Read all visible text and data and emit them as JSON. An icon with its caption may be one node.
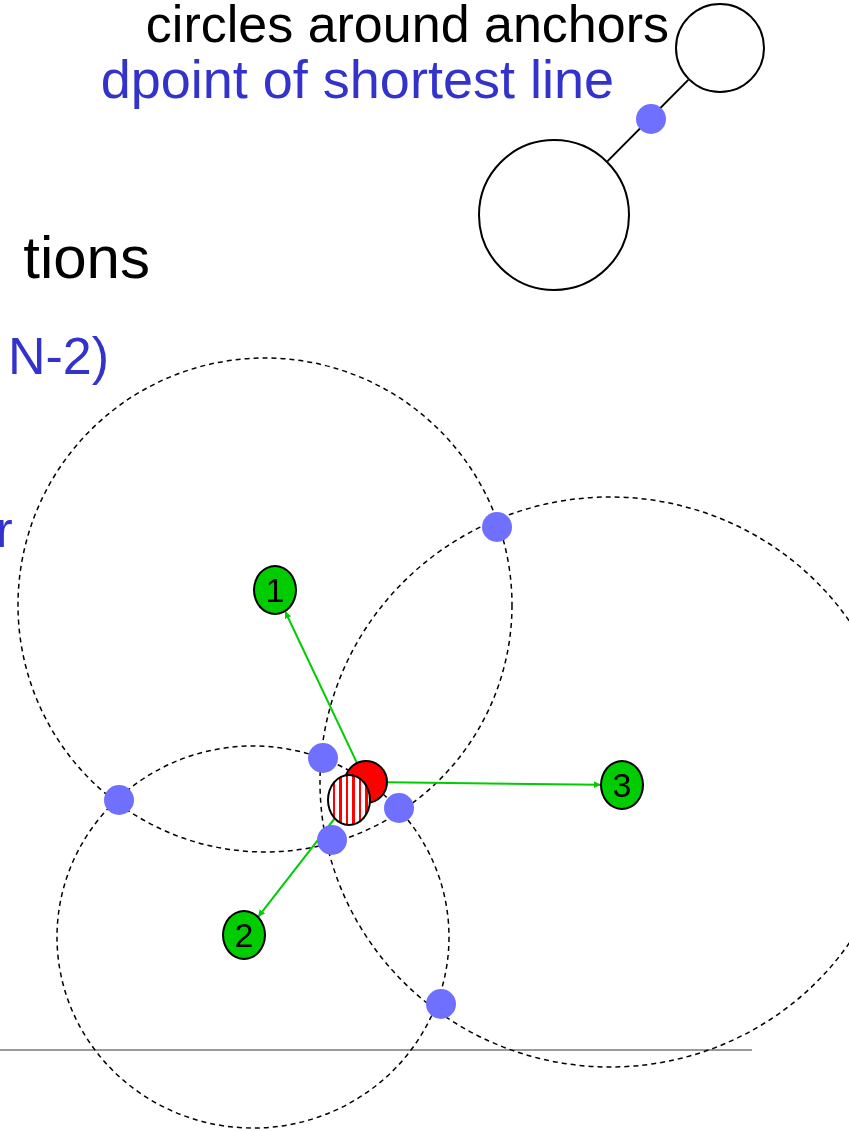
{
  "diagram": {
    "nodes": [
      {
        "text": [],
        "shape": "circle"
      },
      {
        "text": [],
        "shape": "circle"
      },
      {
        "text": [
          "1"
        ]
      },
      {
        "text": [],
        "shape": "circle"
      },
      {
        "text": [],
        "shape": "circle"
      },
      {
        "text": [
          "3"
        ]
      },
      {
        "text": [
          "2"
        ]
      }
    ],
    "edges": [
      {
        "from": 1,
        "to": 0,
        "arrow": "none",
        "color": "#000000"
      },
      {
        "from": 3,
        "to": 2,
        "arrow": "to"
      },
      {
        "from": 3,
        "to": 5,
        "arrow": "to"
      },
      {
        "from": 4,
        "to": 6,
        "arrow": "to"
      }
    ],
    "labels": [
      "circles around anchors",
      "dpoint of shortest line",
      "tions",
      "N-2)",
      "r"
    ]
  }
}
